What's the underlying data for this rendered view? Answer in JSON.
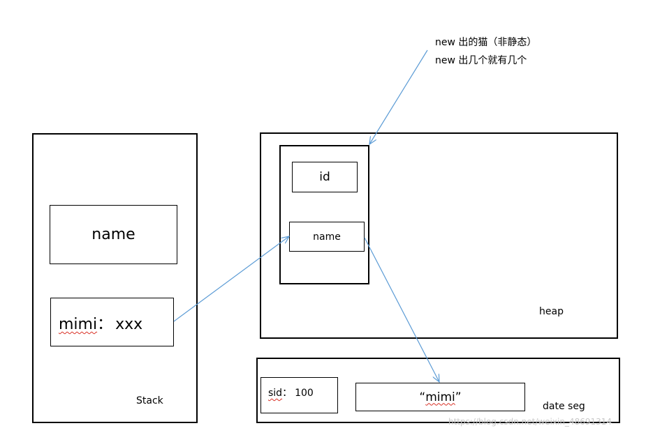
{
  "annotation": {
    "line1": "new 出的猫（非静态）",
    "line2": "new 出几个就有几个"
  },
  "stack": {
    "label": "Stack",
    "name_field": "name",
    "var_name": "mimi",
    "var_sep": "：",
    "var_value": "xxx"
  },
  "heap": {
    "label": "heap",
    "object": {
      "id_field": "id",
      "name_field": "name"
    }
  },
  "data_seg": {
    "label": "date seg",
    "sid_name": "sid",
    "sid_sep": "：",
    "sid_value": "100",
    "string_open": "“",
    "string_value": "mimi",
    "string_close": "”"
  },
  "watermark": "https://blog.csdn.net/weixin_48691314",
  "colors": {
    "arrow": "#5b9bd5",
    "border": "#000000",
    "spellcheck": "#d93025"
  }
}
